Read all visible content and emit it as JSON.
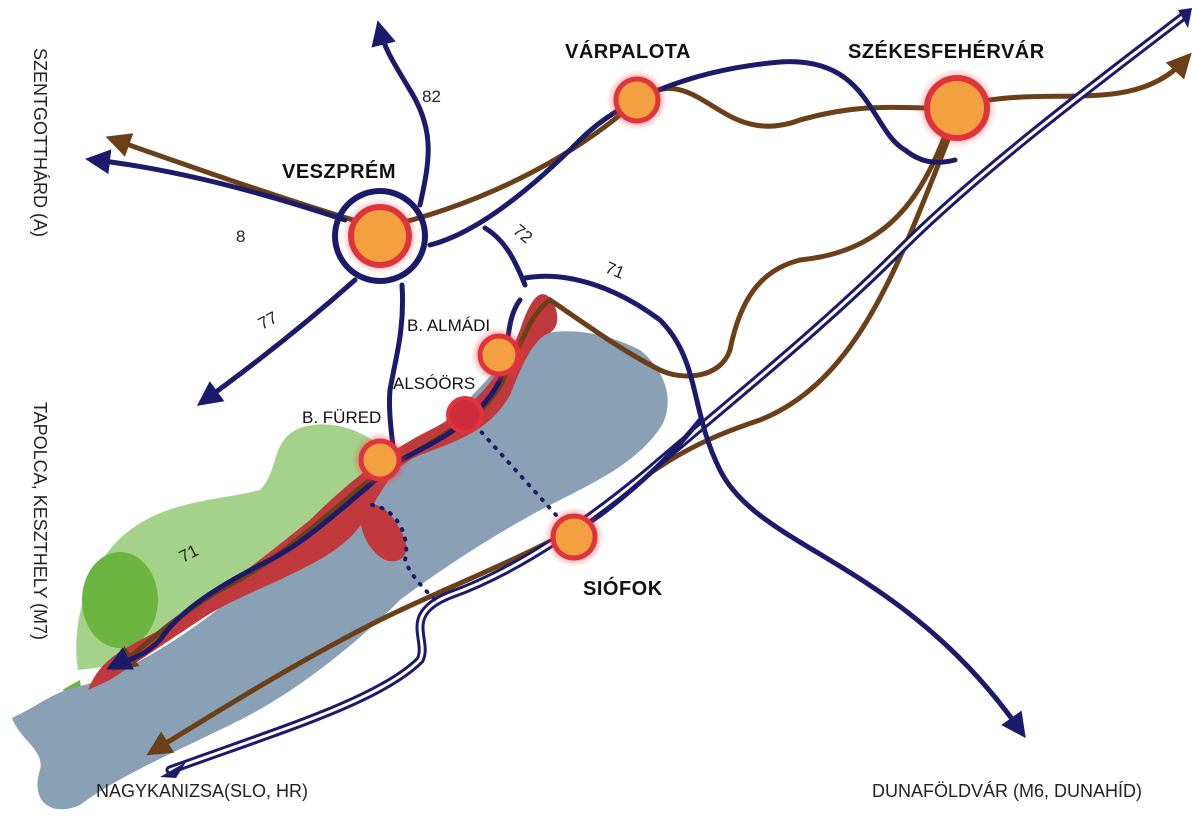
{
  "cities": {
    "veszprem": "VESZPRÉM",
    "varpalota": "VÁRPALOTA",
    "szekesfehervar": "SZÉKESFEHÉRVÁR",
    "siofok": "SIÓFOK",
    "balatonalmadi": "B. ALMÁDI",
    "alsoors": "ALSÓÖRS",
    "balatonfured": "B. FÜRED"
  },
  "roads": {
    "r82": "82",
    "r8": "8",
    "r77": "77",
    "r72": "72",
    "r71_north": "71",
    "r71_shore": "71"
  },
  "destinations": {
    "szentgotthard": "SZENTGOTTHÁRD (A)",
    "tapolca": "TAPOLCA, KESZTHELY (M7)",
    "nagykanizsa": "NAGYKANIZSA(SLO, HR)",
    "dunafoldvar": "DUNAFÖLDVÁR (M6, DUNAHÍD)"
  },
  "colors": {
    "lake": "#8aa0b5",
    "forest_light": "#a5d28a",
    "forest_dark": "#6db33f",
    "shore_highlight": "#c0393d",
    "road_main": "#1c1a6b",
    "railway": "#6b3f18",
    "city_fill": "#f2a040",
    "city_ring": "#e0343c"
  }
}
